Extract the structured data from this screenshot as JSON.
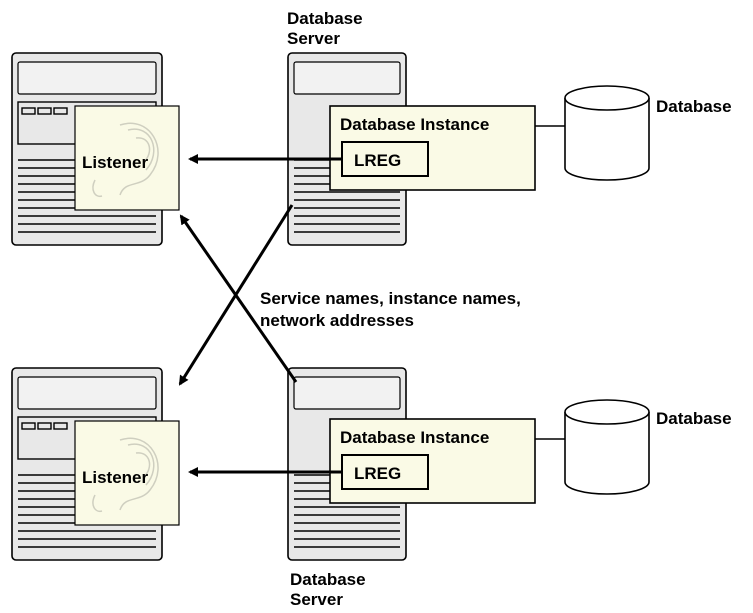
{
  "top_server_label_line1": "Database",
  "top_server_label_line2": "Server",
  "bottom_server_label_line1": "Database",
  "bottom_server_label_line2": "Server",
  "listener_top": "Listener",
  "listener_bottom": "Listener",
  "instance_top": "Database Instance",
  "instance_bottom": "Database Instance",
  "lreg_top": "LREG",
  "lreg_bottom": "LREG",
  "database_top": "Database",
  "database_bottom": "Database",
  "annotation_line1": "Service names, instance names,",
  "annotation_line2": "network addresses",
  "colors": {
    "listener_fill": "#fafae6",
    "instance_fill": "#fafae6",
    "server_fill": "#e8e8e8"
  }
}
